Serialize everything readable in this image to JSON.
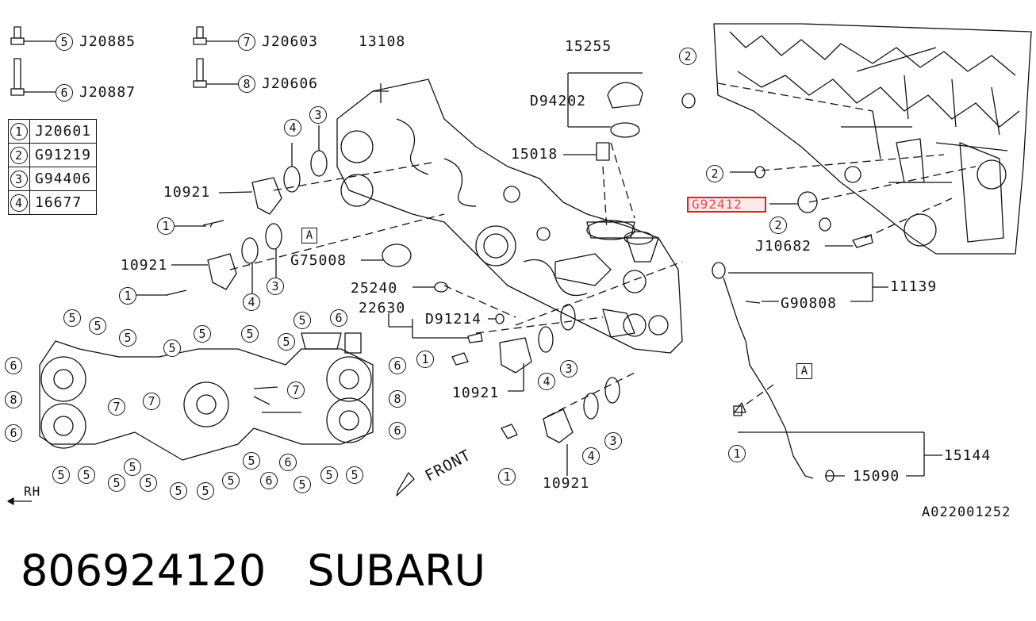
{
  "legend_top": [
    {
      "num": "5",
      "code": "J20885"
    },
    {
      "num": "6",
      "code": "J20887"
    },
    {
      "num": "7",
      "code": "J20603"
    },
    {
      "num": "8",
      "code": "J20606"
    }
  ],
  "legend_table": [
    {
      "num": "1",
      "code": "J20601"
    },
    {
      "num": "2",
      "code": "G91219"
    },
    {
      "num": "3",
      "code": "G94406"
    },
    {
      "num": "4",
      "code": "16677"
    }
  ],
  "part_labels": {
    "p13108": "13108",
    "p15255": "15255",
    "p94202": "D94202",
    "p15018": "15018",
    "p10921a": "10921",
    "p10921b": "10921",
    "p10921c": "10921",
    "p10921d": "10921",
    "p75008": "G75008",
    "p25240": "25240",
    "p22630": "22630",
    "p91214": "D91214",
    "p10682": "J10682",
    "p11139": "11139",
    "p90808": "G90808",
    "p15144": "15144",
    "p15090": "15090",
    "front": "FRONT",
    "rh": "RH",
    "ref": "A022001252"
  },
  "highlighted_part": "G92412",
  "marker_a": "A",
  "footer": {
    "part_number": "806924120",
    "brand": "SUBARU"
  },
  "colors": {
    "line": "#111111",
    "highlight": "#e02020"
  }
}
